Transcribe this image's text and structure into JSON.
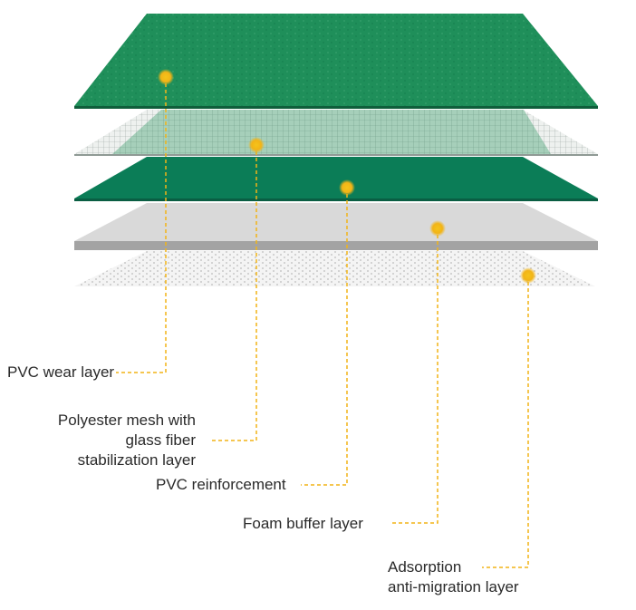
{
  "colors": {
    "wear_layer": "#1f8f5a",
    "mesh_layer": "#cfd6d2",
    "reinforcement_layer": "#0b7d57",
    "foam_layer": "#d9d9d9",
    "adsorption_layer": "#f2f2f2",
    "leader_line": "#f2b417",
    "label_text": "#2a2a2a"
  },
  "layers": [
    {
      "id": "wear",
      "label_lines": [
        "PVC wear layer"
      ]
    },
    {
      "id": "mesh",
      "label_lines": [
        "Polyester mesh with",
        "glass fiber",
        "stabilization layer"
      ]
    },
    {
      "id": "reinforcement",
      "label_lines": [
        "PVC reinforcement"
      ]
    },
    {
      "id": "foam",
      "label_lines": [
        "Foam buffer layer"
      ]
    },
    {
      "id": "adsorption",
      "label_lines": [
        "Adsorption",
        "anti-migration layer"
      ]
    }
  ]
}
